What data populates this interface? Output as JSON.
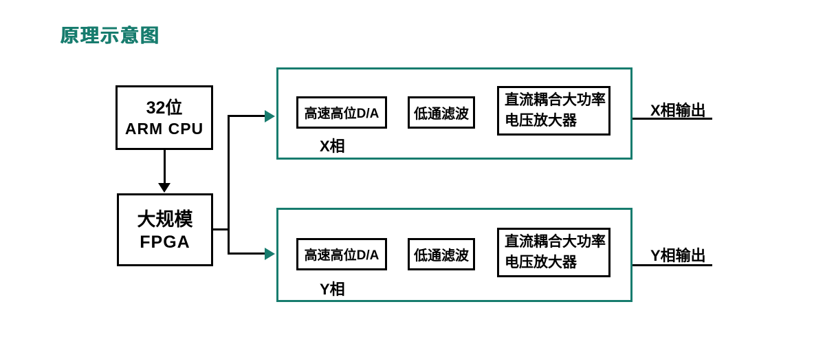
{
  "title": "原理示意图",
  "colors": {
    "accent_teal": "#177c6e",
    "line_black": "#000000",
    "background": "#ffffff"
  },
  "cpu": {
    "line1": "32位",
    "line2": "ARM CPU"
  },
  "fpga": {
    "line1": "大规模",
    "line2": "FPGA"
  },
  "channels": [
    {
      "id": "x",
      "dac": "高速高位D/A",
      "lpf": "低通滤波",
      "amp_line1": "直流耦合大功率",
      "amp_line2": "电压放大器",
      "phase_label": "X相",
      "output_label": "X相输出"
    },
    {
      "id": "y",
      "dac": "高速高位D/A",
      "lpf": "低通滤波",
      "amp_line1": "直流耦合大功率",
      "amp_line2": "电压放大器",
      "phase_label": "Y相",
      "output_label": "Y相输出"
    }
  ]
}
